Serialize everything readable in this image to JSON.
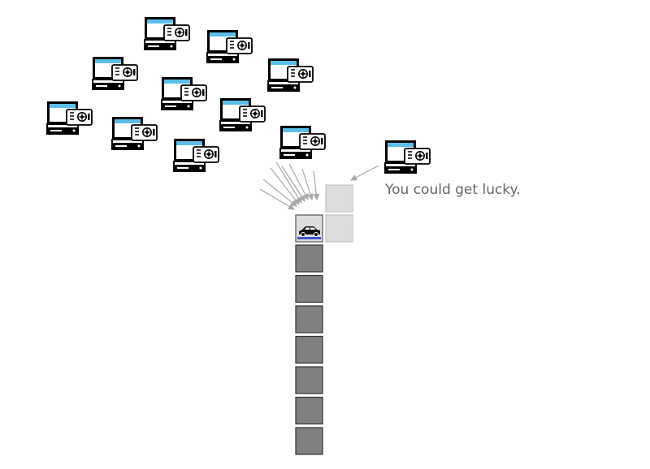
{
  "caption": "You could get lucky.",
  "colors": {
    "chain_block": "#808080",
    "pending_block": "#dddddd",
    "screen": "#5bbfea",
    "arrow": "#aaaaaa",
    "text": "#666666"
  },
  "icons": {
    "miner": "desktop-computer-with-safe-icon",
    "car": "car-icon"
  },
  "miners": {
    "crowd_count": 10,
    "lucky_count": 1
  },
  "chain": {
    "confirmed_blocks": 7,
    "tip_block_icon": "car-icon",
    "competing_blocks": 2
  }
}
